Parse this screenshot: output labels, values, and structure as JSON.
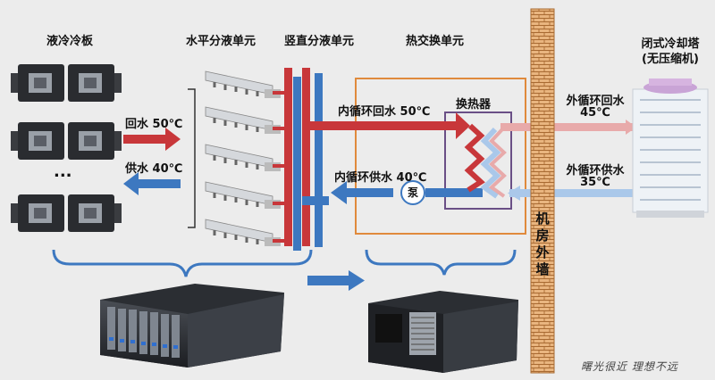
{
  "sections": {
    "cold_plate": "液冷冷板",
    "horizontal_unit": "水平分液单元",
    "vertical_unit": "竖直分液单元",
    "heat_exchange_unit": "热交换单元",
    "tower_line1": "闭式冷却塔",
    "tower_line2": "(无压缩机)"
  },
  "labels": {
    "return_water": "回水 50℃",
    "supply_water": "供水 40℃",
    "ellipsis": "...",
    "heat_exchanger": "换热器",
    "inner_return": "内循环回水 50℃",
    "inner_supply": "内循环供水 40℃",
    "pump": "泵",
    "outer_return_line1": "外循环回水",
    "outer_return_line2": "45℃",
    "outer_supply_line1": "外循环供水",
    "outer_supply_line2": "35℃",
    "wall": "机房外墙"
  },
  "watermark": "曙光很近  理想不远",
  "colors": {
    "hot": "#c8373a",
    "cold": "#3d78c0",
    "hot_light": "#e8aaaa",
    "cold_light": "#aac8ea",
    "orange_box": "#e08a3c",
    "purple_box": "#6a4f86",
    "wall_fill": "#e7b27a",
    "wall_brick": "#a86a32",
    "brace": "#3d78c0"
  }
}
